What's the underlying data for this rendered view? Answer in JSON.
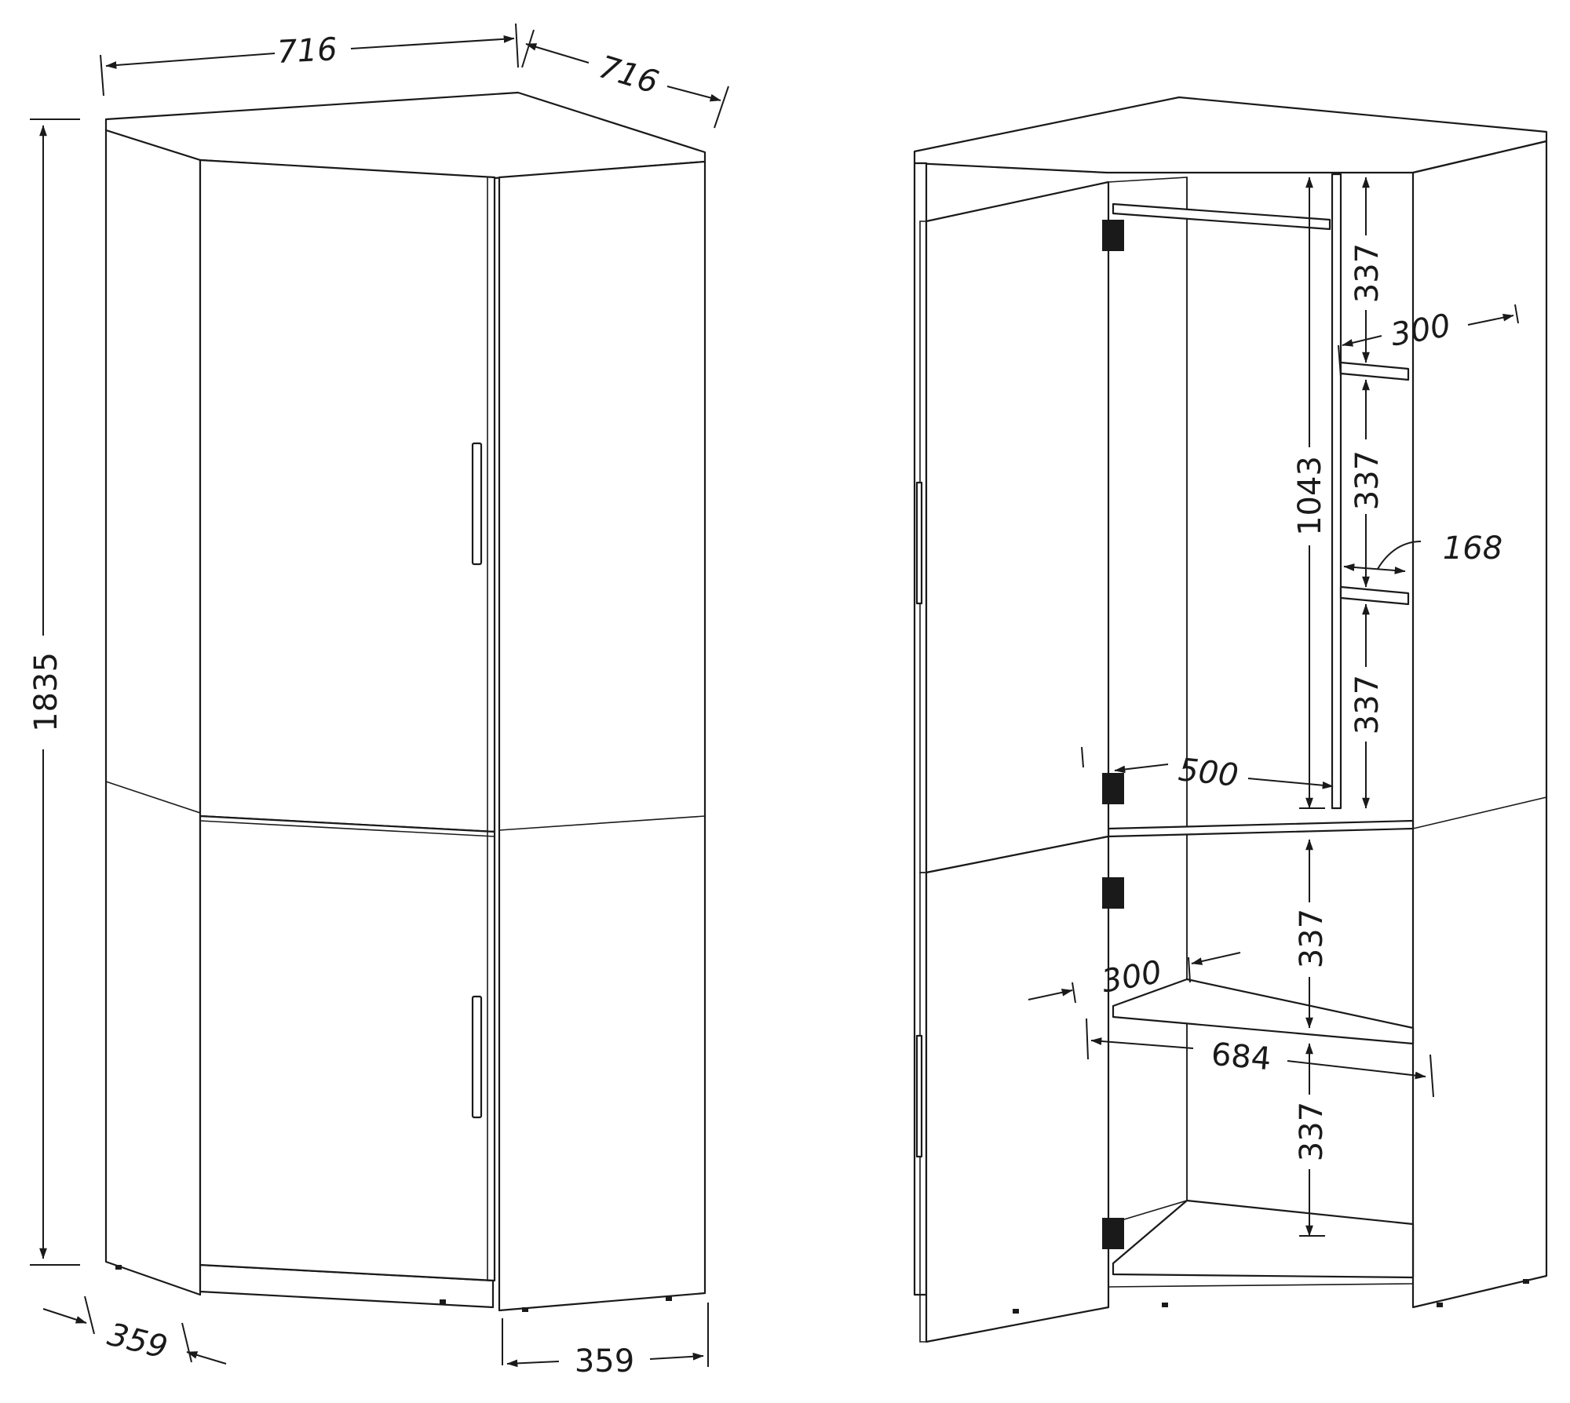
{
  "left_view": {
    "width_top_left": "716",
    "width_top_right": "716",
    "height": "1835",
    "side_bottom_left": "359",
    "side_bottom_right": "359"
  },
  "right_view": {
    "shelf_upper_1": "337",
    "shelf_upper_2": "337",
    "shelf_upper_3": "337",
    "shelf_depth_upper": "300",
    "hanging_height": "1043",
    "shelf_gap": "168",
    "rail_width": "500",
    "lower_shelf_1": "337",
    "lower_shelf_2": "337",
    "lower_shelf_depth": "300",
    "lower_width": "684"
  }
}
